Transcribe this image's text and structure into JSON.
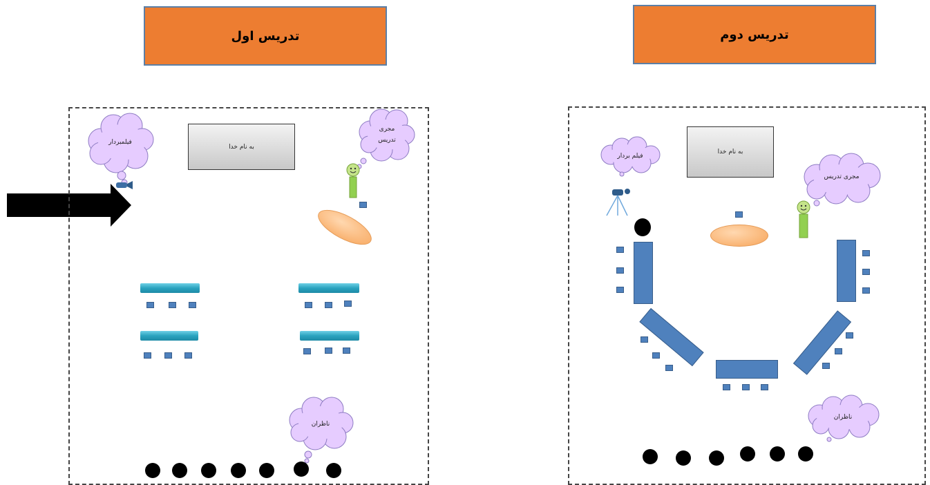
{
  "headers": {
    "first": "تدریس اول",
    "second": "تدریس دوم"
  },
  "room1": {
    "podium_text": "به نام خدا",
    "cameraman_label": "فیلمبردار",
    "teacher_label_line1": "مجری",
    "teacher_label_line2": "تدریس",
    "observers_label": "ناظران",
    "table_rows": 2,
    "table_cols": 2,
    "chairs_per_table": 3,
    "observer_count": 7
  },
  "room2": {
    "podium_text": "به نام خدا",
    "cameraman_label": "فیلم بردار",
    "teacher_label": "مجری تدریس",
    "observers_label": "ناظران",
    "observer_count": 6
  },
  "colors": {
    "header_fill": "#ed7d31",
    "cloud_fill": "#e6ccff",
    "table_room1": "#2aa3bf",
    "table_room2": "#4f81bd",
    "chair": "#4f81bd",
    "oval": "#f7a55a",
    "figure": "#92d050"
  },
  "icons": {
    "arrow": "right-arrow-icon",
    "camera": "video-camera-icon",
    "person": "smiley-person-icon"
  }
}
